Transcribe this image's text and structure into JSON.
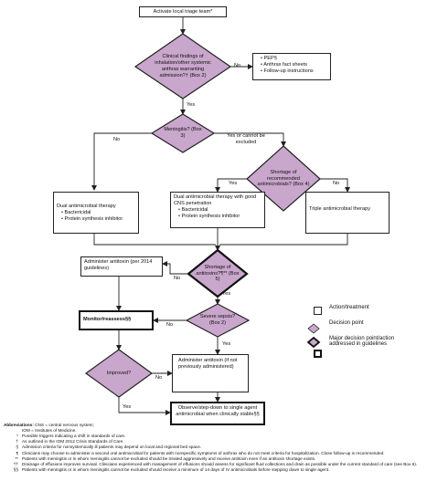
{
  "boxes": {
    "activate_triage": "Activate local triage team*",
    "pep": "PEP§",
    "fact_sheets": "Anthrax fact sheets",
    "follow_up": "Follow-up instructions",
    "dual_therapy_title": "Dual antimicrobial therapy",
    "dual_bactericidal": "Bactericidal",
    "dual_protein": "Protein synthesis inhibitor",
    "cns_title": "Dual antimicrobial therapy with good CNS penetration",
    "cns_bactericidal": "Bactericidal",
    "cns_protein": "Protein synthesis inhibitor",
    "triple": "Triple antimicrobial therapy",
    "antitoxin_2014": "Administer antitoxin (per 2014 guidelines)",
    "monitor": "Monitor/reassess§§",
    "antitoxin_prev": "Administer antitoxin (if not previously administered)",
    "observe": "Observe/step-down to single agent antimicrobial when clinically stable§§"
  },
  "diamonds": {
    "clinical": "Clinical findings of inhalation/other systemic anthrax warranting admission?† (Box 2)",
    "meningitis": "Meningitis? (Box 3)",
    "shortage_antimicrobials": "Shortage of recommended antimicrobials? (Box 4)",
    "shortage_antitoxins": "Shortage of antitoxins?¶** (Box 5)",
    "sepsis": "Severe sepsis? (Box 2)",
    "improved": "Improved?"
  },
  "edges": {
    "no": "No",
    "yes": "Yes",
    "yes_or_cannot": "Yes or cannot be excluded"
  },
  "legend": [
    {
      "icon": "square-icon",
      "label": "Action/treatment"
    },
    {
      "icon": "diamond-icon",
      "label": "Decision point"
    },
    {
      "icon": "thick-diamond-icon",
      "label": "Major decision point/action addressed in guidelines"
    },
    {
      "icon": "thick-square-icon",
      "label": ""
    }
  ],
  "abbreviations": {
    "heading": "Abbreviations:",
    "cns": "CNS = central nervous system;",
    "iom": "IOM = Institutes of Medicine."
  },
  "notes": [
    {
      "sym": "*",
      "text": "Possible triggers indicating a shift in standards of care."
    },
    {
      "sym": "†",
      "text": "As outlined in the IOM 2012 Crisis Standards of Care."
    },
    {
      "sym": "§",
      "text": "Admission criteria for nonsystemically ill patients may depend on local and regional bed space."
    },
    {
      "sym": "¶",
      "text": "Clinicians may choose to administer a second oral antimicrobial for patients with nonspecific symptoms of anthrax who do not meet criteria for hospitalization. Close follow-up is recommended."
    },
    {
      "sym": "**",
      "text": "Patients with meningitis or in whom meningitis cannot be excluded should be treated aggressively and receive antitoxin even if an antitoxin shortage exists."
    },
    {
      "sym": "††",
      "text": "Drainage of effusions improves survival. Clinicians experienced with management of effusions should assess for significant fluid collections and drain as possible under the current standard of care (see Box 6)."
    },
    {
      "sym": "§§",
      "text": "Patients with meningitis or in whom meningitis cannot be excluded should receive a minimum of 14 days of IV antimicrobials before stepping down to single agent."
    }
  ],
  "colors": {
    "diamond_fill": "#c9a6cc",
    "line": "#222222"
  }
}
